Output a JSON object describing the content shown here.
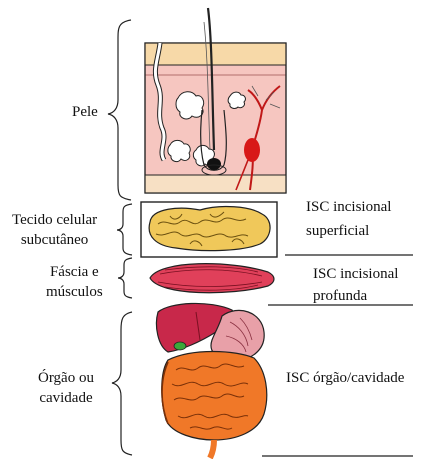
{
  "layers": {
    "pele": {
      "label": "Pele"
    },
    "tecido": {
      "label_line1": "Tecido celular",
      "label_line2": "subcutâneo"
    },
    "fascia": {
      "label_line1": "Fáscia e",
      "label_line2": "músculos"
    },
    "orgao": {
      "label_line1": "Órgão ou",
      "label_line2": "cavidade"
    }
  },
  "classifications": {
    "superficial": {
      "line1": "ISC incisional",
      "line2": "superficial"
    },
    "profunda": {
      "line1": "ISC incisional",
      "line2": "profunda"
    },
    "orgao_cavidade": {
      "line1": "ISC órgão/cavidade"
    }
  },
  "colors": {
    "skin_top": "#f7d9a8",
    "skin_dermis": "#f6c6c0",
    "fat": "#f0c85a",
    "muscle": "#e0405a",
    "liver": "#c8284a",
    "stomach": "#e8a0a8",
    "intestine": "#f07828",
    "vessel": "#d81818",
    "line": "#222222"
  }
}
